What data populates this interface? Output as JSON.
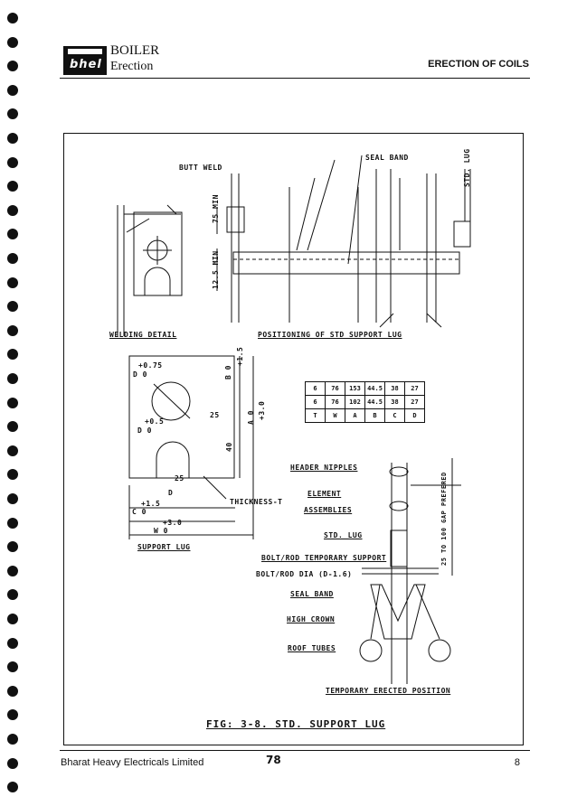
{
  "header": {
    "logo_text": "bhel",
    "brand_line1": "BOILER",
    "brand_line2": "Erection",
    "section_title": "ERECTION OF COILS"
  },
  "drawing": {
    "labels": {
      "butt_weld": "BUTT WELD",
      "seal_band_top": "SEAL BAND",
      "std_lug_top": "STD. LUG",
      "min75": "75 MIN",
      "min125": "12.5 MIN",
      "welding_detail": "WELDING DETAIL",
      "positioning": "POSITIONING OF STD SUPPORT LUG",
      "d_075": "+0.75",
      "d_0": "D 0",
      "b_15": "+1.5",
      "b_0": "B 0",
      "a_30": "+3.0",
      "a_0": "A 0",
      "d_05": "+0.5",
      "d_0b": "D 0",
      "c_15": "+1.5",
      "c_0": "C 0",
      "w_30": "+3.0",
      "w_0": "W 0",
      "dim40": "40",
      "dim25": "25",
      "dim25b": "25",
      "d_mid": "D",
      "thickness": "THICKNESS-T",
      "support_lug": "SUPPORT LUG",
      "header_nipples": "HEADER NIPPLES",
      "element": "ELEMENT",
      "assemblies": "ASSEMBLIES",
      "std_lug": "STD. LUG",
      "bolt_temp": "BOLT/ROD TEMPORARY SUPPORT",
      "bolt_dia": "BOLT/ROD DIA (D-1.6)",
      "seal_band": "SEAL BAND",
      "high_crown": "HIGH CROWN",
      "roof_tubes": "ROOF TUBES",
      "gap": "25 TO 100 GAP PREFERED",
      "temp_erected": "TEMPORARY ERECTED POSITION",
      "figure_caption": "FIG: 3-8. STD. SUPPORT LUG"
    },
    "table": {
      "rows": [
        [
          "6",
          "76",
          "153",
          "44.5",
          "38",
          "27"
        ],
        [
          "6",
          "76",
          "102",
          "44.5",
          "38",
          "27"
        ],
        [
          "T",
          "W",
          "A",
          "B",
          "C",
          "D"
        ]
      ]
    }
  },
  "footer": {
    "company": "Bharat Heavy Electricals Limited",
    "handwritten_number": "78",
    "page": "8"
  }
}
